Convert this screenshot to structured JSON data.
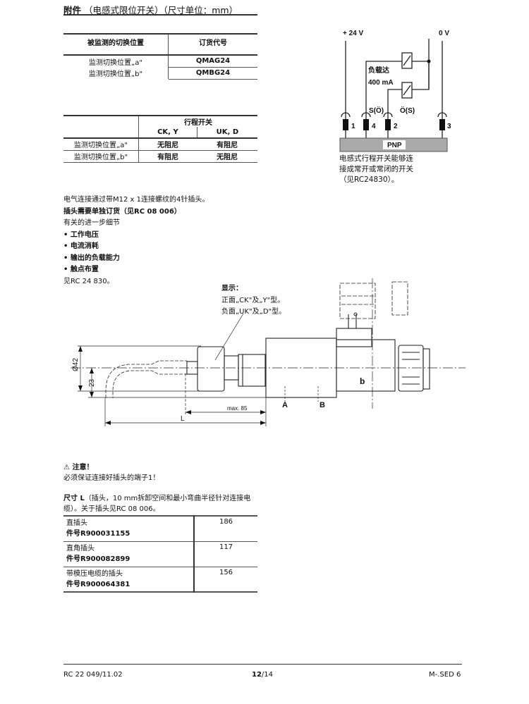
{
  "header": {
    "title_bold": "附件",
    "title_rest": "（电感式限位开关）（尺寸单位：mm）"
  },
  "table1": {
    "headers": [
      "被监测的切换位置",
      "订货代号"
    ],
    "rows": [
      [
        "监测切换位置„a\"",
        "QMAG24"
      ],
      [
        "监测切换位置„b\"",
        "QMBG24"
      ]
    ]
  },
  "table2": {
    "group_header": "行程开关",
    "headers": [
      "CK, Y",
      "UK, D"
    ],
    "rows": [
      [
        "监测切换位置„a\"",
        "无阻尼",
        "有阻尼"
      ],
      [
        "监测切换位置„b\"",
        "有阻尼",
        "无阻尼"
      ]
    ]
  },
  "circuit": {
    "plus": "+ 24 V",
    "zero": "0 V",
    "load1": "负载达",
    "load2": "400 mA",
    "s_open": "S(Ö)",
    "o_s": "Ö(S)",
    "pins": [
      "1",
      "4",
      "2",
      "3"
    ],
    "pnp": "PNP",
    "caption": [
      "电感式行程开关能够连",
      "接成常开或常闭的开关",
      "（见RC24830）。"
    ]
  },
  "body": {
    "line1": "电气连接通过带M12 x 1连接螺纹的4针插头。",
    "line2": "插头需要单独订货（见RC 08 006）",
    "line3": "有关的进一步细节",
    "bullets": [
      "工作电压",
      "电流消耗",
      "输出的负载能力",
      "触点布置"
    ],
    "line4": "见RC 24 830。"
  },
  "drawing": {
    "note_title": "显示：",
    "note1": "正面„CK\"及„Y\"型。",
    "note2": "负面„UK\"及„D\"型。",
    "d42": "Ø42",
    "d23": "23",
    "max85": "max. 85",
    "L": "L",
    "A": "A",
    "B": "B",
    "b": "b"
  },
  "warning": {
    "title": "注意！",
    "text": "必须保证连接好插头的端子1！"
  },
  "dimL": {
    "bold": "尺寸 L",
    "text1": "（插头，10 mm拆卸空间和最小弯曲半径针对连接电",
    "text2": "缆）。关于插头见RC 08 006。"
  },
  "table3": {
    "rows": [
      {
        "name": "直插头",
        "part": "件号R900031155",
        "value": "186"
      },
      {
        "name": "直角插头",
        "part": "件号R900082899",
        "value": "117"
      },
      {
        "name": "带模压电缆的插头",
        "part": "件号R900064381",
        "value": "156"
      }
    ]
  },
  "footer": {
    "left": "RC 22 049/11.02",
    "page": "12",
    "total": "/14",
    "right": "M-.SED 6"
  }
}
